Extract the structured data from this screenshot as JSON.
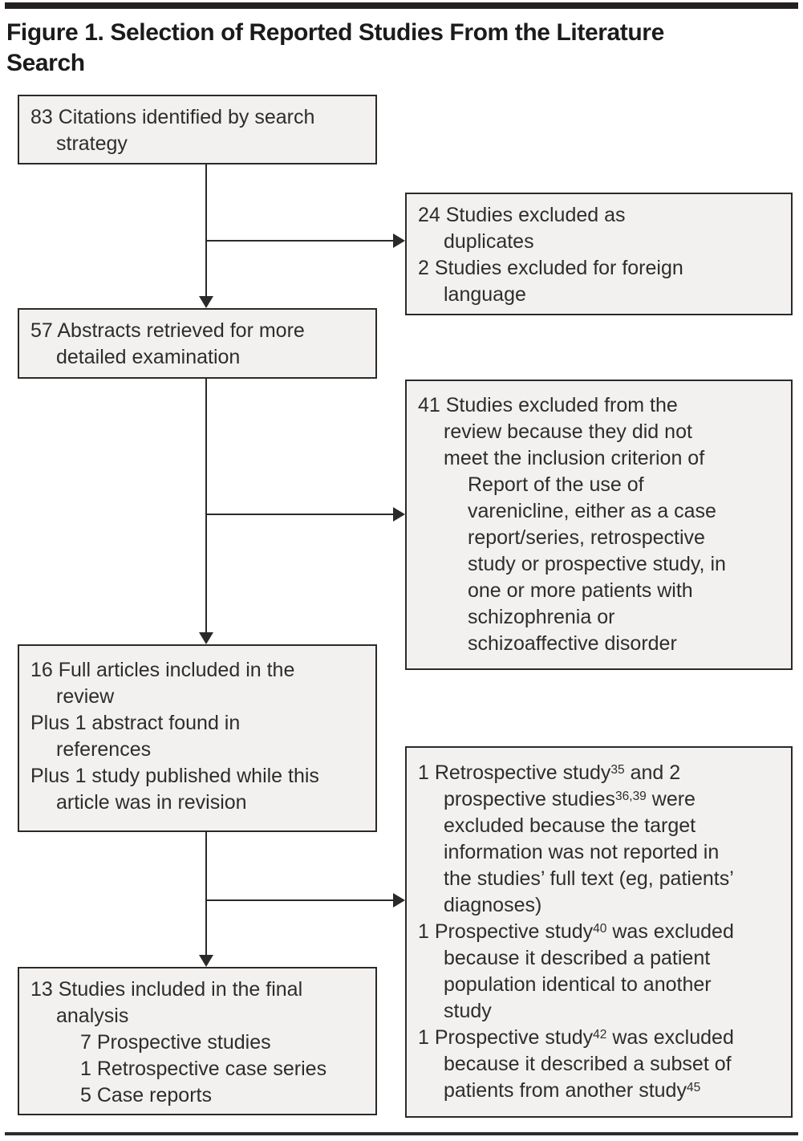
{
  "figure": {
    "title_lines": [
      "Figure 1. Selection of Reported Studies From the Literature",
      "Search"
    ],
    "colors": {
      "box_fill": "#f2f1ef",
      "box_border": "#2b2a29",
      "text": "#2e2d2c",
      "title_text": "#1d1b1a",
      "rule": "#231f20",
      "background": "#ffffff"
    }
  },
  "boxes": {
    "citations": {
      "lines": [
        {
          "i": 0,
          "t": "83 Citations identified by search"
        },
        {
          "i": 1,
          "t": "strategy"
        }
      ]
    },
    "abstracts": {
      "lines": [
        {
          "i": 0,
          "t": "57 Abstracts retrieved for more"
        },
        {
          "i": 1,
          "t": "detailed examination"
        }
      ]
    },
    "full_articles": {
      "lines": [
        {
          "i": 0,
          "t": "16 Full articles included in the"
        },
        {
          "i": 1,
          "t": "review"
        },
        {
          "i": 0,
          "t": "Plus 1 abstract found in"
        },
        {
          "i": 1,
          "t": "references"
        },
        {
          "i": 0,
          "t": "Plus 1 study published while this"
        },
        {
          "i": 1,
          "t": "article was in revision"
        }
      ]
    },
    "final_analysis": {
      "lines": [
        {
          "i": 0,
          "t": "13 Studies included in the final"
        },
        {
          "i": 1,
          "t": "analysis"
        },
        {
          "i": 2,
          "t": "7 Prospective studies"
        },
        {
          "i": 2,
          "t": "1 Retrospective case series"
        },
        {
          "i": 2,
          "t": "5 Case reports"
        }
      ]
    },
    "excluded_duplicates": {
      "lines": [
        {
          "i": 0,
          "t": "24 Studies excluded as"
        },
        {
          "i": 1,
          "t": "duplicates"
        },
        {
          "i": 0,
          "t": "2 Studies excluded for foreign"
        },
        {
          "i": 1,
          "t": "language"
        }
      ]
    },
    "excluded_criteria": {
      "lines": [
        {
          "i": 0,
          "t": "41 Studies excluded from the"
        },
        {
          "i": 1,
          "t": "review because they did not"
        },
        {
          "i": 1,
          "t": "meet the inclusion criterion of"
        },
        {
          "i": 2,
          "t": "Report of the use of"
        },
        {
          "i": 2,
          "t": "varenicline, either as a case"
        },
        {
          "i": 2,
          "t": "report/series, retrospective"
        },
        {
          "i": 2,
          "t": "study or prospective study, in"
        },
        {
          "i": 2,
          "t": "one or more patients with"
        },
        {
          "i": 2,
          "t": "schizophrenia or"
        },
        {
          "i": 2,
          "t": "schizoaffective disorder"
        }
      ]
    },
    "excluded_other": {
      "lines": [
        {
          "i": 0,
          "t": "1 Retrospective study^{35} and 2"
        },
        {
          "i": 1,
          "t": "prospective studies^{36,39} were"
        },
        {
          "i": 1,
          "t": "excluded because the target"
        },
        {
          "i": 1,
          "t": "information was not reported in"
        },
        {
          "i": 1,
          "t": "the studies’ full text (eg, patients’"
        },
        {
          "i": 1,
          "t": "diagnoses)"
        },
        {
          "i": 0,
          "t": "1 Prospective study^{40} was excluded"
        },
        {
          "i": 1,
          "t": "because it described a patient"
        },
        {
          "i": 1,
          "t": "population identical to another"
        },
        {
          "i": 1,
          "t": "study"
        },
        {
          "i": 0,
          "t": "1 Prospective study^{42} was excluded"
        },
        {
          "i": 1,
          "t": "because it described a subset of"
        },
        {
          "i": 1,
          "t": "patients from another study^{45}"
        }
      ]
    }
  }
}
